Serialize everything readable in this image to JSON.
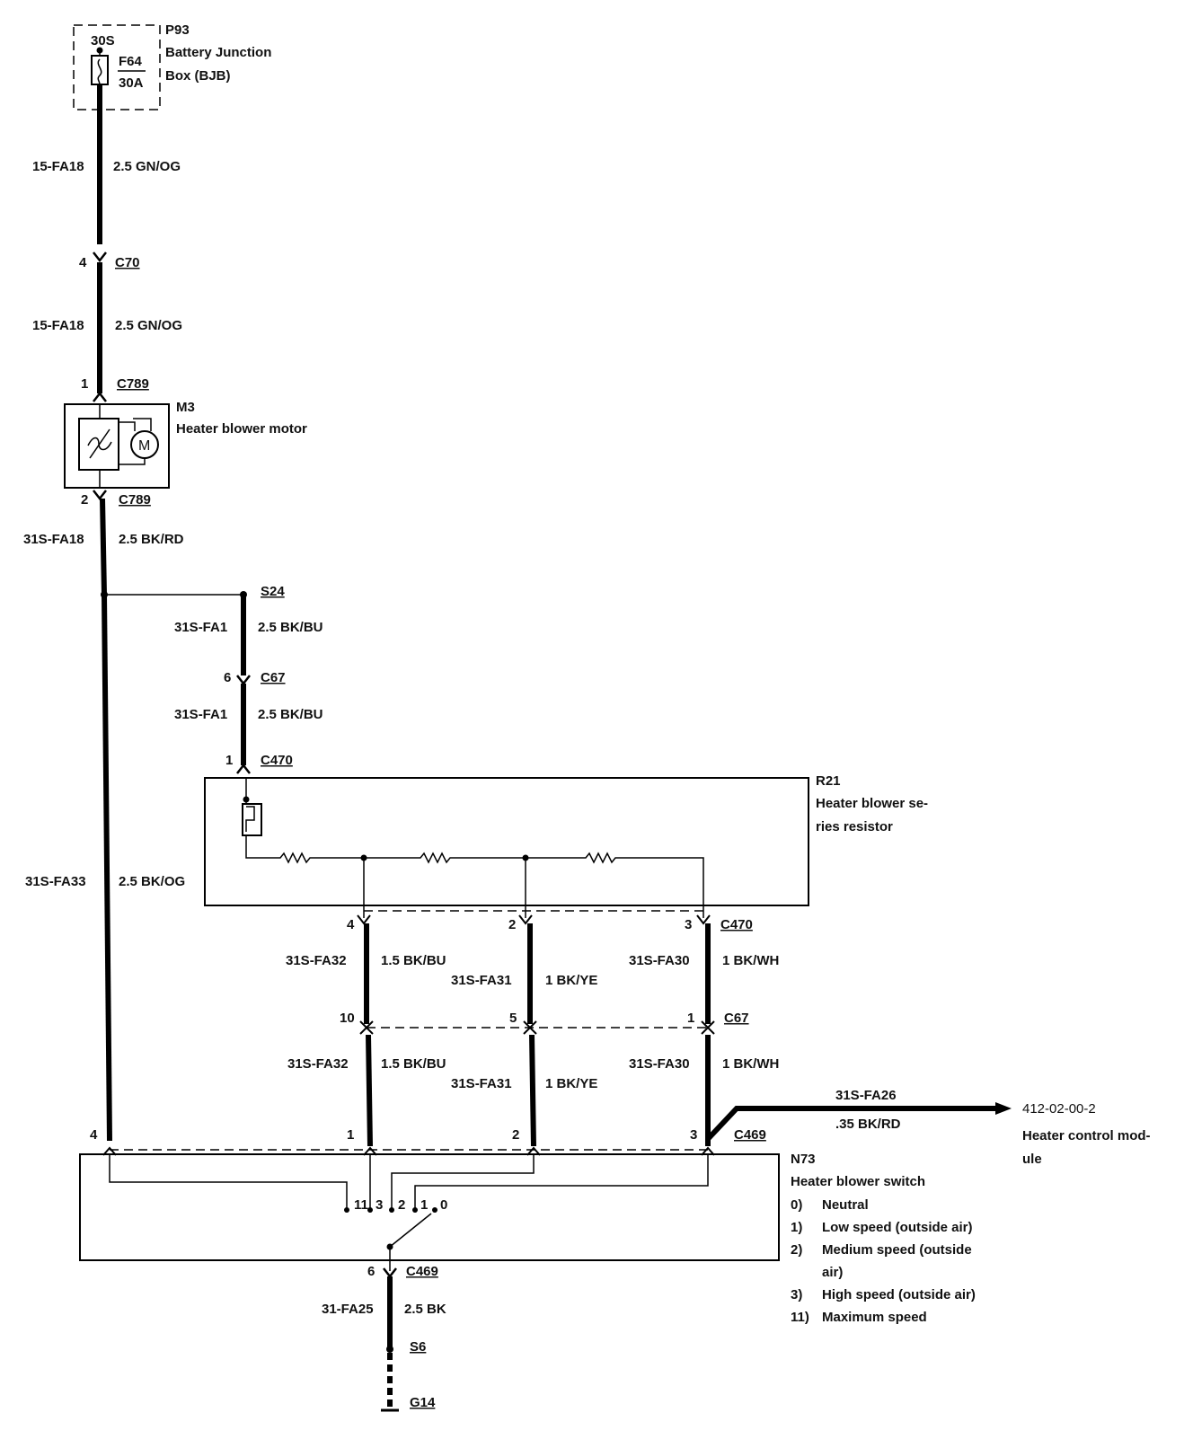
{
  "components": {
    "p93": {
      "id": "P93",
      "name_line1": "Battery Junction",
      "name_line2": "Box (BJB)",
      "terminal": "30S",
      "fuse_id": "F64",
      "fuse_rating": "30A"
    },
    "m3": {
      "id": "M3",
      "name": "Heater blower motor"
    },
    "r21": {
      "id": "R21",
      "name_line1": "Heater blower se-",
      "name_line2": "ries resistor"
    },
    "n73": {
      "id": "N73",
      "name": "Heater blower switch",
      "positions": [
        {
          "num": "0)",
          "desc": "Neutral"
        },
        {
          "num": "1)",
          "desc": "Low speed (outside air)"
        },
        {
          "num": "2)",
          "desc": "Medium speed (outside"
        },
        {
          "num": "",
          "desc": "air)"
        },
        {
          "num": "3)",
          "desc": "High speed (outside air)"
        },
        {
          "num": "11)",
          "desc": "Maximum speed"
        }
      ],
      "switch_labels": [
        "11",
        "3",
        "2",
        "1",
        "0"
      ]
    }
  },
  "connectors": {
    "c70": {
      "name": "C70",
      "pin": "4"
    },
    "c789_top": {
      "name": "C789",
      "pin": "1"
    },
    "c789_bot": {
      "name": "C789",
      "pin": "2"
    },
    "s24": {
      "name": "S24"
    },
    "c67_top": {
      "name": "C67",
      "pin": "6"
    },
    "c470_top": {
      "name": "C470",
      "pin": "1"
    },
    "c470_bot": {
      "name": "C470",
      "pins": [
        "4",
        "2",
        "3"
      ]
    },
    "c67_mid": {
      "name": "C67",
      "pins": [
        "10",
        "5",
        "1"
      ]
    },
    "c469_top": {
      "name": "C469",
      "pins": [
        "4",
        "1",
        "2",
        "3"
      ]
    },
    "c469_bot": {
      "name": "C469",
      "pin": "6"
    },
    "s6": {
      "name": "S6"
    },
    "g14": {
      "name": "G14"
    }
  },
  "wires": {
    "w1": {
      "circuit": "15-FA18",
      "spec": "2.5 GN/OG"
    },
    "w2": {
      "circuit": "15-FA18",
      "spec": "2.5 GN/OG"
    },
    "w3": {
      "circuit": "31S-FA18",
      "spec": "2.5  BK/RD"
    },
    "w4": {
      "circuit": "31S-FA1",
      "spec": "2.5 BK/BU"
    },
    "w5": {
      "circuit": "31S-FA1",
      "spec": "2.5 BK/BU"
    },
    "w6": {
      "circuit": "31S-FA33",
      "spec": "2.5 BK/OG"
    },
    "w7a": {
      "circuit": "31S-FA32",
      "spec": "1.5 BK/BU"
    },
    "w7b": {
      "circuit": "31S-FA31",
      "spec": "1 BK/YE"
    },
    "w7c": {
      "circuit": "31S-FA30",
      "spec": "1 BK/WH"
    },
    "w8a": {
      "circuit": "31S-FA32",
      "spec": "1.5 BK/BU"
    },
    "w8b": {
      "circuit": "31S-FA31",
      "spec": "1 BK/YE"
    },
    "w8c": {
      "circuit": "31S-FA30",
      "spec": "1 BK/WH"
    },
    "w9": {
      "circuit": "31S-FA26",
      "spec": ".35 BK/RD"
    },
    "w10": {
      "circuit": "31-FA25",
      "spec": "2.5 BK"
    }
  },
  "reference": {
    "code": "412-02-00-2",
    "target_line1": "Heater control mod-",
    "target_line2": "ule"
  }
}
